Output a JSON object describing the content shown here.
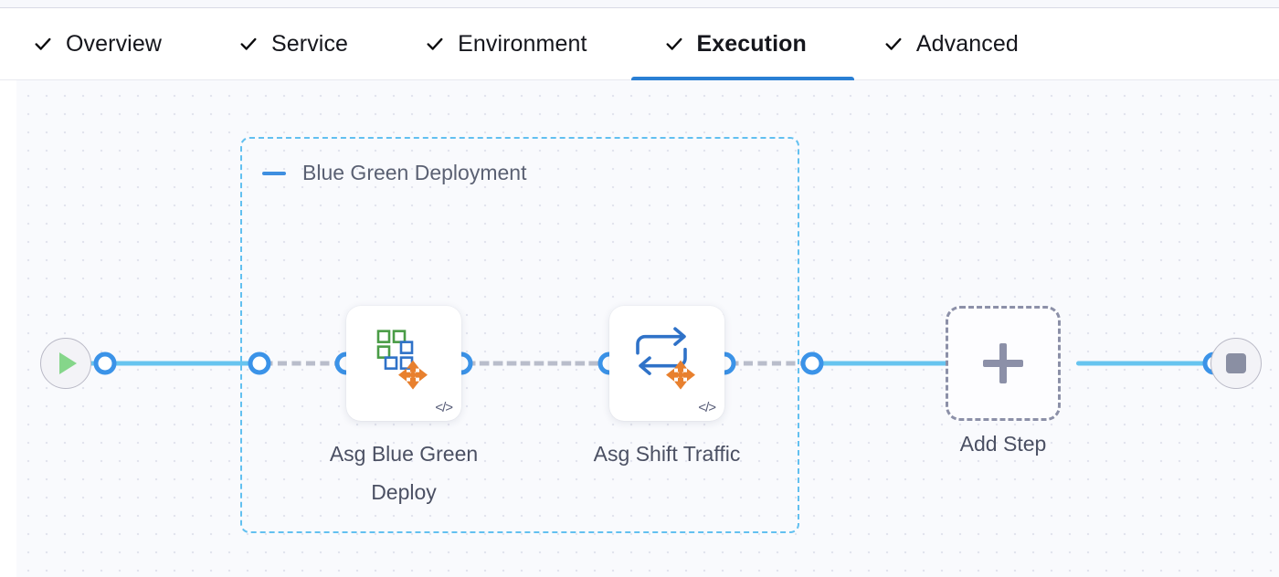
{
  "tabs": [
    {
      "label": "Overview",
      "icon": "check-icon",
      "active": false
    },
    {
      "label": "Service",
      "icon": "check-icon",
      "active": false
    },
    {
      "label": "Environment",
      "icon": "check-icon",
      "active": false
    },
    {
      "label": "Execution",
      "icon": "check-icon",
      "active": true
    },
    {
      "label": "Advanced",
      "icon": "check-icon",
      "active": false
    }
  ],
  "canvas": {
    "start_node": {
      "name": "pipeline-start",
      "icon": "play-icon"
    },
    "end_node": {
      "name": "pipeline-end",
      "icon": "stop-icon"
    },
    "stage": {
      "title": "Blue Green Deployment",
      "collapse_icon": "minus-icon",
      "steps": [
        {
          "label": "Asg Blue Green Deploy",
          "icon": "asg-blue-green-deploy-icon",
          "badge": "</>"
        },
        {
          "label": "Asg Shift Traffic",
          "icon": "asg-shift-traffic-icon",
          "badge": "</>"
        }
      ]
    },
    "add_step": {
      "label": "Add Step",
      "icon": "plus-icon"
    }
  },
  "colors": {
    "accent_blue": "#2a7fd4",
    "edge_blue": "#67c4ef",
    "connector_blue": "#3b93e8",
    "stage_border": "#62c0f0",
    "edge_dashed_gray": "#b9bdcb",
    "label_gray": "#4b5063",
    "add_step_gray": "#8c90a8",
    "icon_orange": "#e8802e",
    "icon_green": "#4a9c46",
    "icon_blue": "#2f72c8",
    "play_green": "#85d68a",
    "stop_gray": "#8a8fa3"
  }
}
